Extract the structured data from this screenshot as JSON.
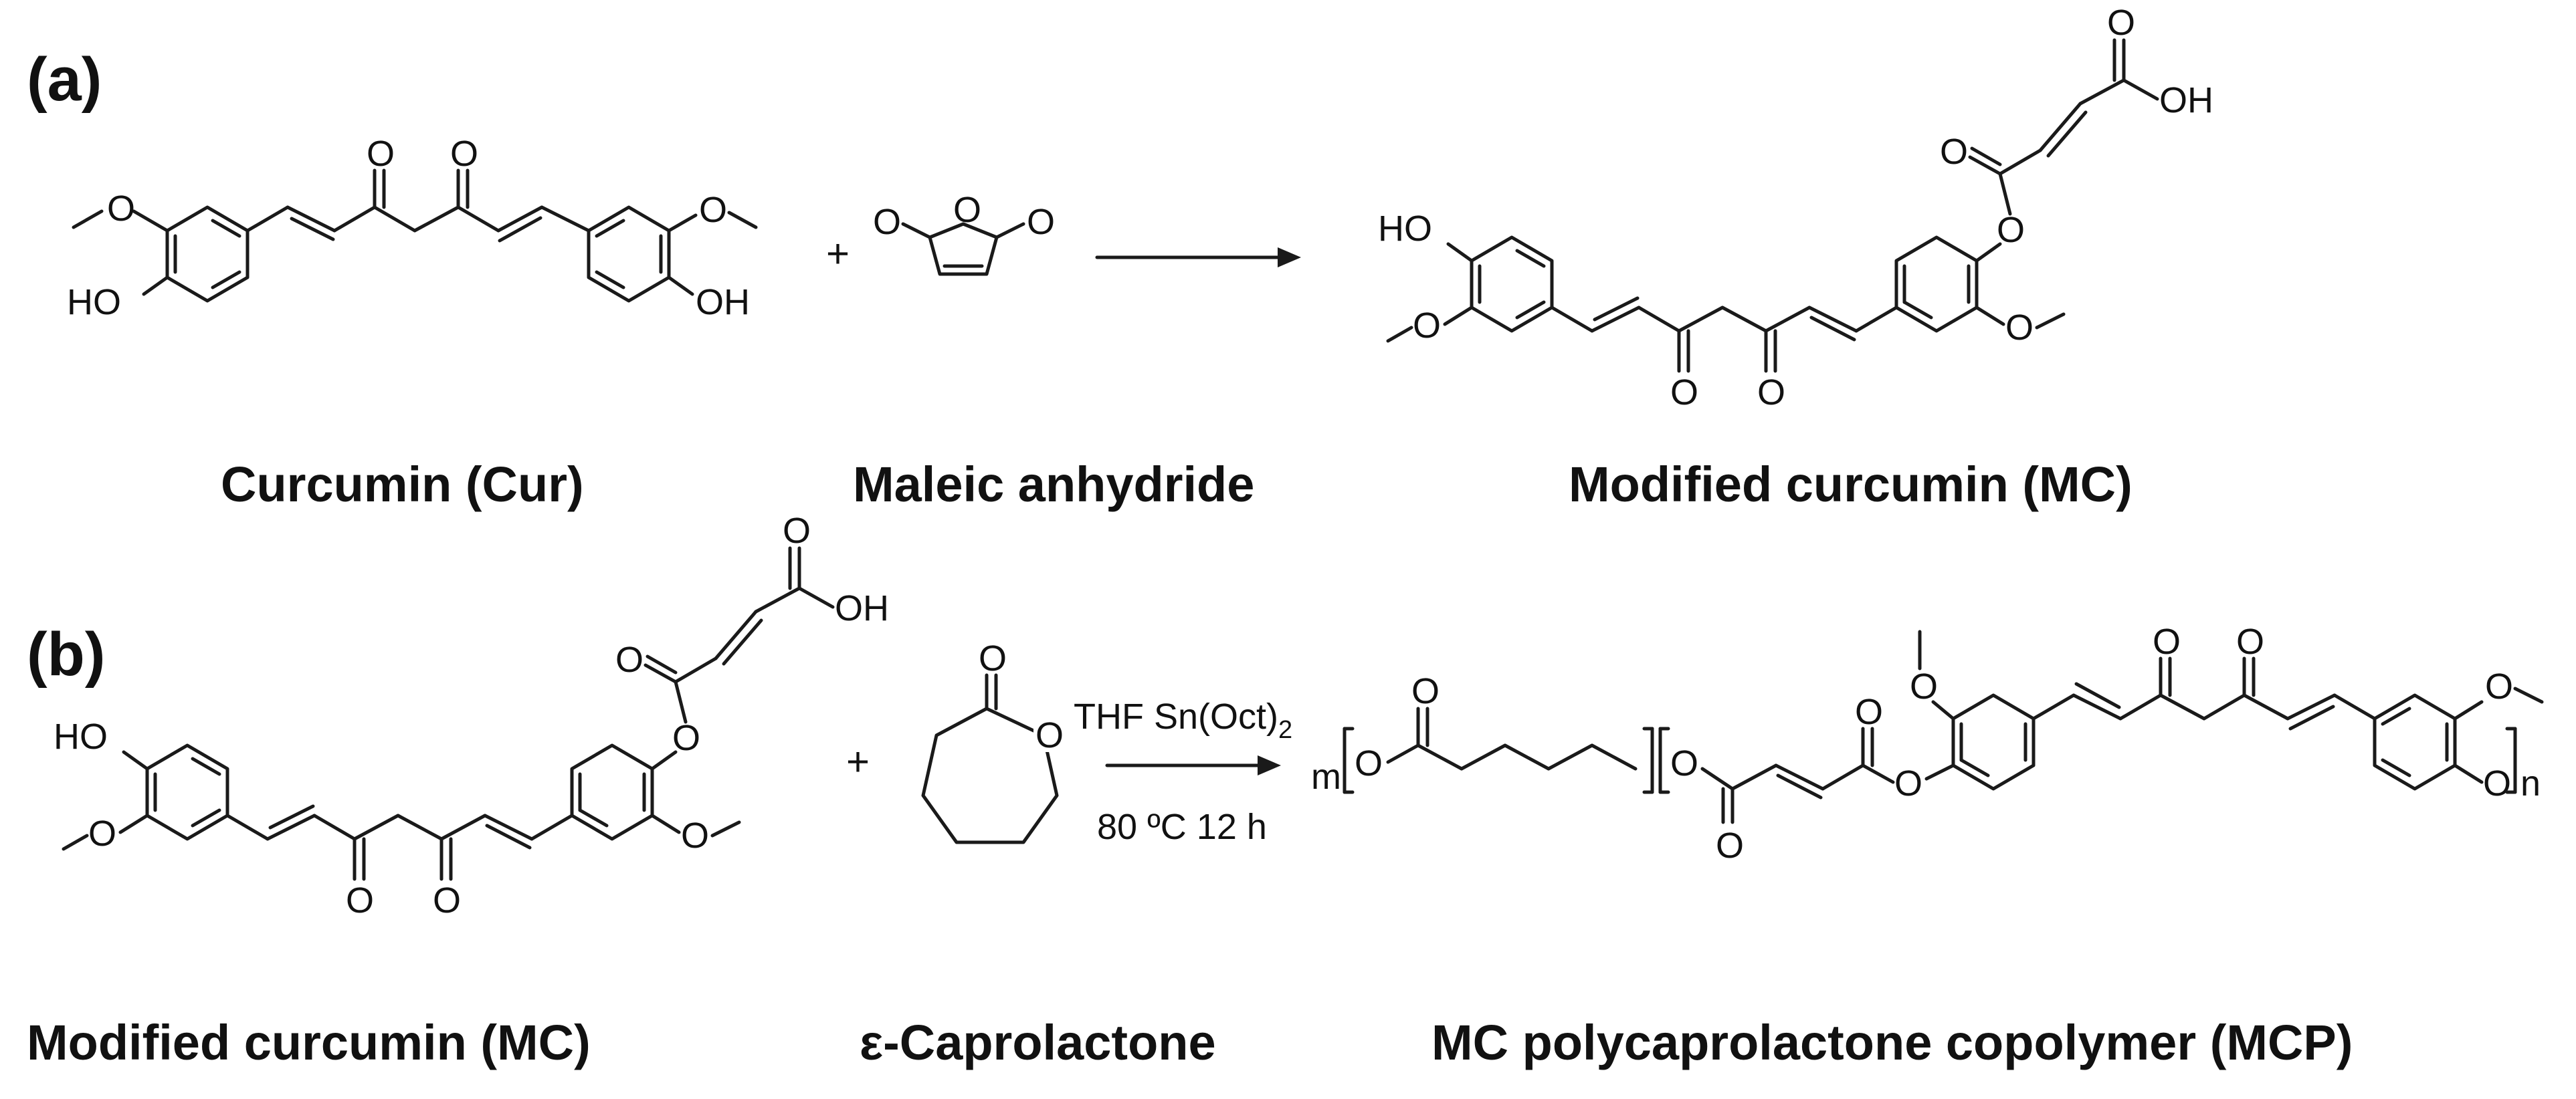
{
  "panels": {
    "a": "(a)",
    "b": "(b)"
  },
  "names": {
    "curcumin": "Curcumin (Cur)",
    "maleic_anhydride": "Maleic anhydride",
    "modified_curcumin_a": "Modified curcumin (MC)",
    "modified_curcumin_b": "Modified curcumin (MC)",
    "caprolactone": "ε-Caprolactone",
    "copolymer": "MC polycaprolactone copolymer (MCP)"
  },
  "operators": {
    "plus": "+"
  },
  "conditions": {
    "solvent_catalyst": "THF Sn(Oct)",
    "subscript": "2",
    "temp_time": "80 ºC 12 h"
  },
  "atoms": {
    "O": "O",
    "OH": "OH",
    "HO": "HO",
    "m": "m",
    "n": "n"
  }
}
